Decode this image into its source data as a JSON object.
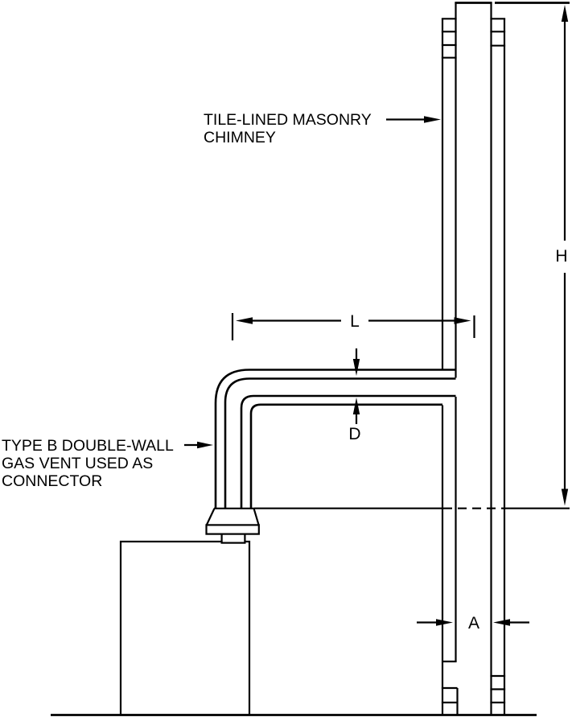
{
  "figure": {
    "type": "technical-line-diagram",
    "colors": {
      "background": "#ffffff",
      "line": "#000000"
    }
  },
  "labels": {
    "chimney": {
      "line1": "TILE-LINED MASONRY",
      "line2": "CHIMNEY"
    },
    "vent": {
      "line1": "TYPE B DOUBLE-WALL",
      "line2": "GAS VENT USED AS",
      "line3": "CONNECTOR"
    }
  },
  "dimensions": {
    "h": "H",
    "l": "L",
    "d": "D",
    "a": "A"
  }
}
